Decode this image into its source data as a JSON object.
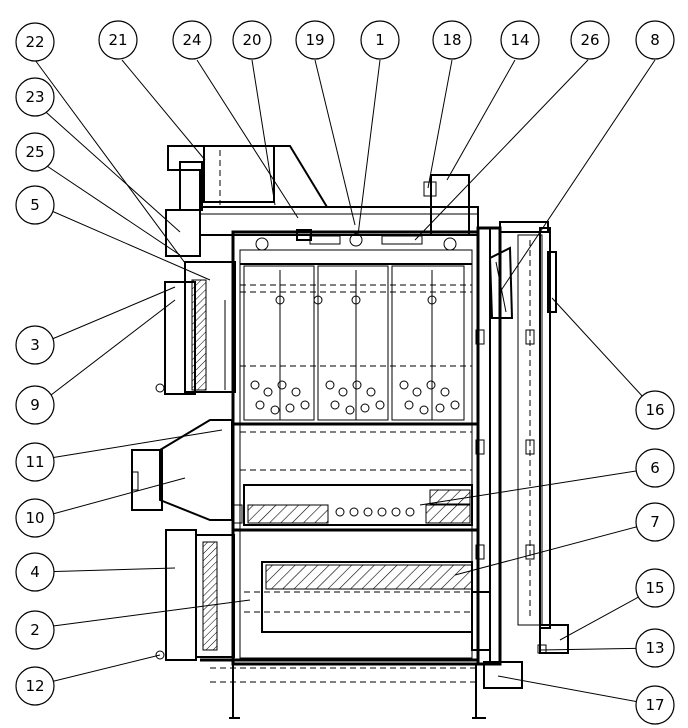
{
  "callouts": [
    {
      "id": "22",
      "label": "22"
    },
    {
      "id": "21",
      "label": "21"
    },
    {
      "id": "24",
      "label": "24"
    },
    {
      "id": "20",
      "label": "20"
    },
    {
      "id": "19",
      "label": "19"
    },
    {
      "id": "1",
      "label": "1"
    },
    {
      "id": "18",
      "label": "18"
    },
    {
      "id": "14",
      "label": "14"
    },
    {
      "id": "26",
      "label": "26"
    },
    {
      "id": "8",
      "label": "8"
    },
    {
      "id": "23",
      "label": "23"
    },
    {
      "id": "25",
      "label": "25"
    },
    {
      "id": "5",
      "label": "5"
    },
    {
      "id": "3",
      "label": "3"
    },
    {
      "id": "9",
      "label": "9"
    },
    {
      "id": "11",
      "label": "11"
    },
    {
      "id": "10",
      "label": "10"
    },
    {
      "id": "4",
      "label": "4"
    },
    {
      "id": "2",
      "label": "2"
    },
    {
      "id": "12",
      "label": "12"
    },
    {
      "id": "16",
      "label": "16"
    },
    {
      "id": "6",
      "label": "6"
    },
    {
      "id": "7",
      "label": "7"
    },
    {
      "id": "15",
      "label": "15"
    },
    {
      "id": "13",
      "label": "13"
    },
    {
      "id": "17",
      "label": "17"
    }
  ]
}
